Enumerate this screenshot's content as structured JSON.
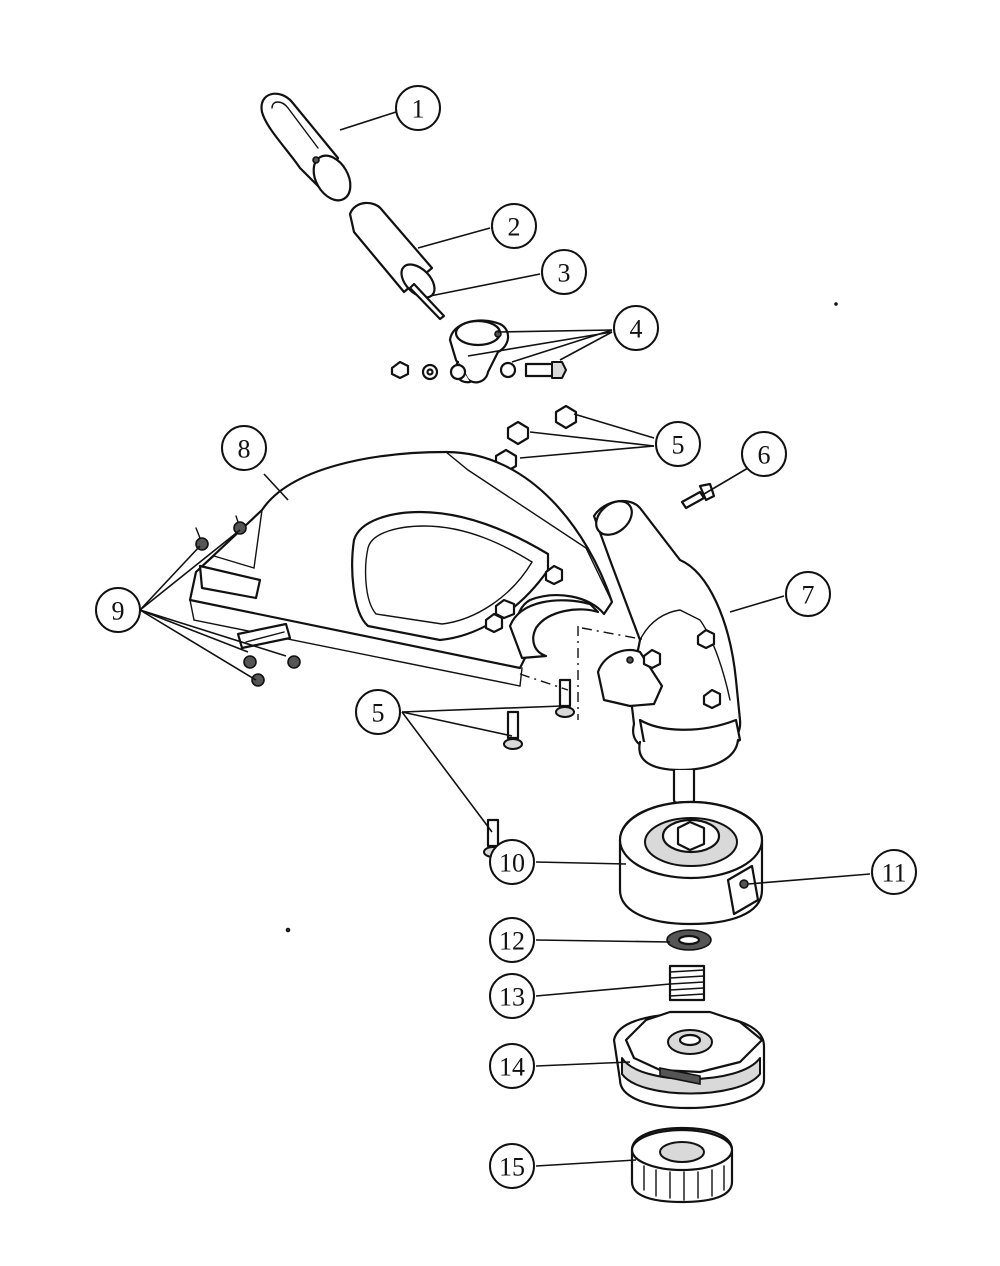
{
  "callouts": [
    {
      "id": "1",
      "label": "1"
    },
    {
      "id": "2",
      "label": "2"
    },
    {
      "id": "3",
      "label": "3"
    },
    {
      "id": "4",
      "label": "4"
    },
    {
      "id": "5a",
      "label": "5"
    },
    {
      "id": "6",
      "label": "6"
    },
    {
      "id": "7",
      "label": "7"
    },
    {
      "id": "8",
      "label": "8"
    },
    {
      "id": "9",
      "label": "9"
    },
    {
      "id": "5b",
      "label": "5"
    },
    {
      "id": "10",
      "label": "10"
    },
    {
      "id": "11",
      "label": "11"
    },
    {
      "id": "12",
      "label": "12"
    },
    {
      "id": "13",
      "label": "13"
    },
    {
      "id": "14",
      "label": "14"
    },
    {
      "id": "15",
      "label": "15"
    }
  ],
  "colors": {
    "line": "#111111",
    "background": "#ffffff",
    "shade": "#d9d9d9"
  }
}
